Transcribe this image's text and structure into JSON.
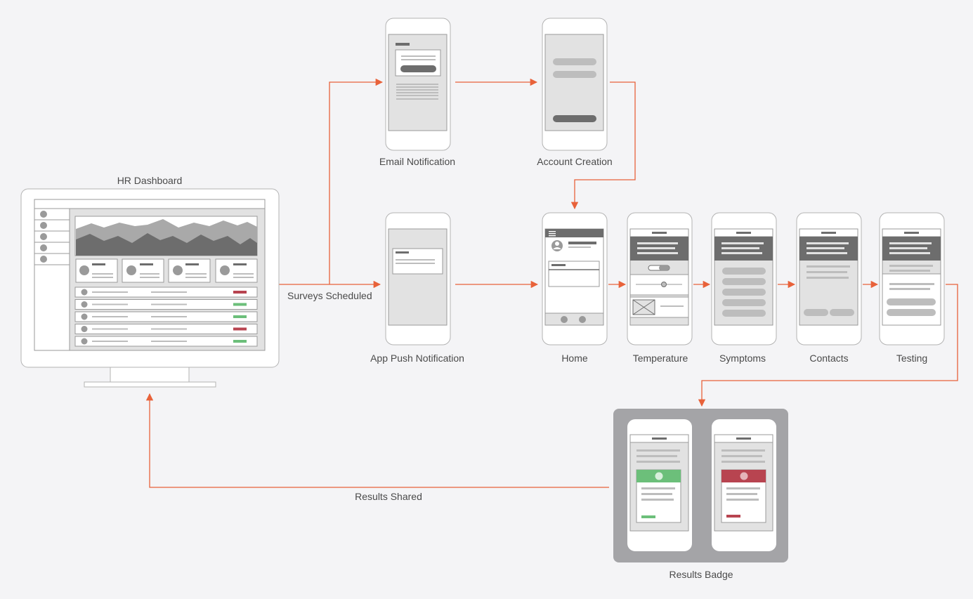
{
  "labels": {
    "hr_dashboard": "HR Dashboard",
    "email_notification": "Email Notification",
    "account_creation": "Account Creation",
    "app_push_notification": "App Push Notification",
    "surveys_scheduled": "Surveys Scheduled",
    "home": "Home",
    "temperature": "Temperature",
    "symptoms": "Symptoms",
    "contacts": "Contacts",
    "testing": "Testing",
    "results_badge": "Results Badge",
    "results_shared": "Results Shared"
  },
  "colors": {
    "background": "#f4f4f6",
    "arrow": "#e8623a",
    "pass": "#6cbf7a",
    "fail": "#b84450",
    "wire_dark": "#6d6d6d",
    "wire_mid": "#bdbdbd",
    "wire_light": "#e2e2e2",
    "badge_panel": "#a4a4a7"
  },
  "dashboard": {
    "row_status": [
      "fail",
      "pass",
      "pass",
      "fail",
      "pass"
    ]
  }
}
